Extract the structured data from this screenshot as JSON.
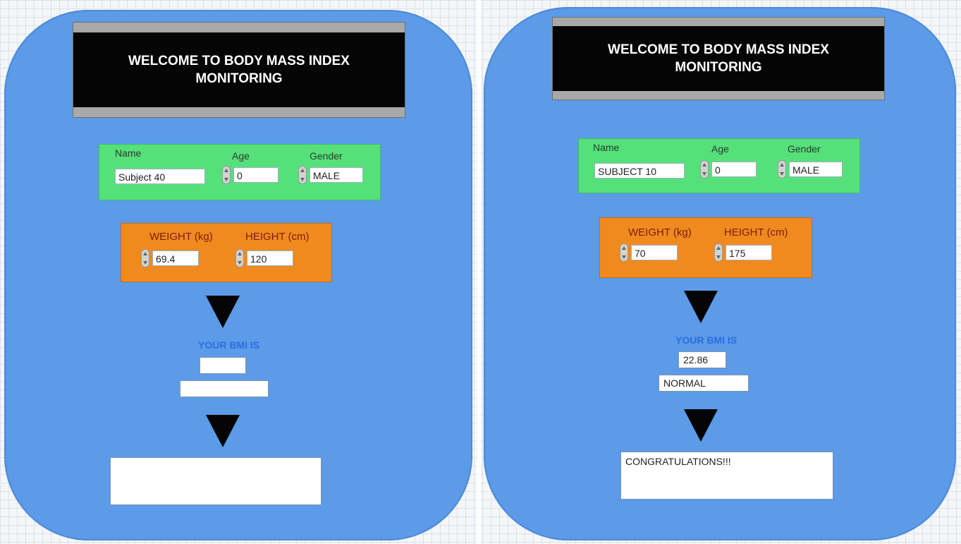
{
  "left": {
    "banner": "WELCOME TO BODY MASS INDEX MONITORING",
    "labels": {
      "name": "Name",
      "age": "Age",
      "gender": "Gender",
      "weight": "WEIGHT (kg)",
      "height": "HEIGHT (cm)",
      "bmi": "YOUR BMI IS"
    },
    "name_value": "Subject 40",
    "age_value": "0",
    "gender_value": "MALE",
    "weight_value": "69.4",
    "height_value": "120",
    "bmi_value": "",
    "category_value": "",
    "message_value": ""
  },
  "right": {
    "banner": "WELCOME TO BODY MASS INDEX MONITORING",
    "labels": {
      "name": "Name",
      "age": "Age",
      "gender": "Gender",
      "weight": "WEIGHT (kg)",
      "height": "HEIGHT (cm)",
      "bmi": "YOUR BMI IS"
    },
    "name_value": "SUBJECT 10",
    "age_value": "0",
    "gender_value": "MALE",
    "weight_value": "70",
    "height_value": "175",
    "bmi_value": "22.86",
    "category_value": "NORMAL",
    "message_value": "CONGRATULATIONS!!!"
  }
}
